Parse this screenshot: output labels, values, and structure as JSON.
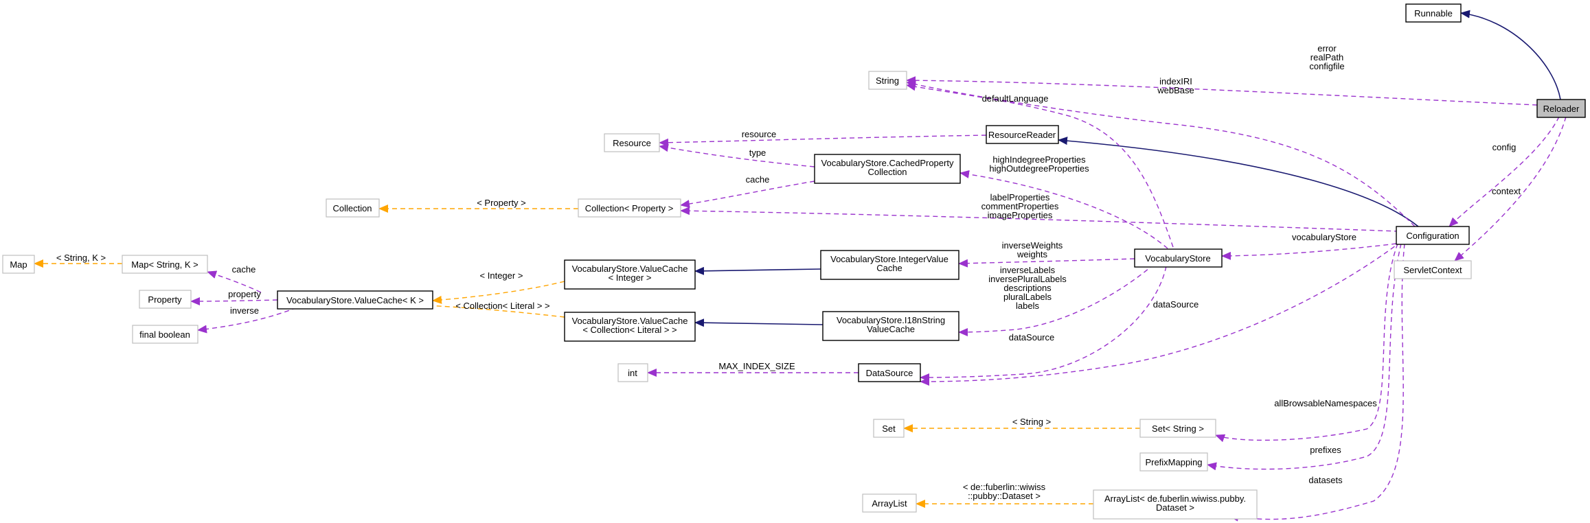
{
  "colors": {
    "inheritance": "#191970",
    "usage": "#9a32cd",
    "template": "#ffa500",
    "external_border": "#bfbfbf",
    "highlight_fill": "#bfbfbf"
  },
  "nodes": {
    "runnable": "Runnable",
    "reloader": "Reloader",
    "string": "String",
    "resource_reader": "ResourceReader",
    "resource": "Resource",
    "cached_property_collection": [
      "VocabularyStore.CachedProperty",
      "Collection"
    ],
    "collection": "Collection",
    "collection_property": "Collection< Property >",
    "map": "Map",
    "map_string_k": "Map< String, K >",
    "property": "Property",
    "value_cache_k": "VocabularyStore.ValueCache< K >",
    "final_boolean": "final boolean",
    "value_cache_integer": [
      "VocabularyStore.ValueCache",
      "< Integer >"
    ],
    "integer_value_cache": [
      "VocabularyStore.IntegerValue",
      "Cache"
    ],
    "vocabulary_store": "VocabularyStore",
    "configuration": "Configuration",
    "servlet_context": "ServletContext",
    "value_cache_collection_literal": [
      "VocabularyStore.ValueCache",
      "< Collection< Literal > >"
    ],
    "i18n_string_value_cache": [
      "VocabularyStore.I18nString",
      "ValueCache"
    ],
    "int": "int",
    "data_source": "DataSource",
    "set": "Set",
    "set_string": "Set< String >",
    "prefix_mapping": "PrefixMapping",
    "array_list": "ArrayList",
    "array_list_dataset": [
      "ArrayList< de.fuberlin.wiwiss.pubby.",
      "Dataset >"
    ]
  },
  "edge_labels": {
    "reloader_string": [
      "error",
      "realPath",
      "configfile"
    ],
    "configuration_string": [
      "indexIRI",
      "webBase"
    ],
    "vocab_string": [
      "defaultLanguage"
    ],
    "reader_resource": [
      "resource"
    ],
    "cached_resource": [
      "type"
    ],
    "cached_collection_property": [
      "cache"
    ],
    "vocab_cached": [
      "highIndegreeProperties",
      "highOutdegreeProperties"
    ],
    "collection_template": [
      "< Property >"
    ],
    "config_collection_property": [
      "labelProperties",
      "commentProperties",
      "imageProperties"
    ],
    "map_template": [
      "< String, K >"
    ],
    "valuecache_map": [
      "cache"
    ],
    "valuecache_property": [
      "property"
    ],
    "valuecache_boolean": [
      "inverse"
    ],
    "integer_template": [
      "< Integer >"
    ],
    "collection_literal_template": [
      "< Collection< Literal > >"
    ],
    "vocab_integer": [
      "inverseWeights",
      "weights"
    ],
    "vocab_i18n": [
      "inverseLabels",
      "inversePluralLabels",
      "descriptions",
      "pluralLabels",
      "labels"
    ],
    "vocab_datasource": [
      "dataSource"
    ],
    "config_datasource": [
      "dataSource"
    ],
    "datasource_int": [
      "MAX_INDEX_SIZE"
    ],
    "reloader_config": [
      "config"
    ],
    "reloader_context": [
      "context"
    ],
    "config_vocab": [
      "vocabularyStore"
    ],
    "set_template": [
      "< String >"
    ],
    "config_set": [
      "allBrowsableNamespaces"
    ],
    "config_prefix": [
      "prefixes"
    ],
    "array_template": [
      "< de::fuberlin::wiwiss",
      "::pubby::Dataset >"
    ],
    "config_array": [
      "datasets"
    ]
  }
}
